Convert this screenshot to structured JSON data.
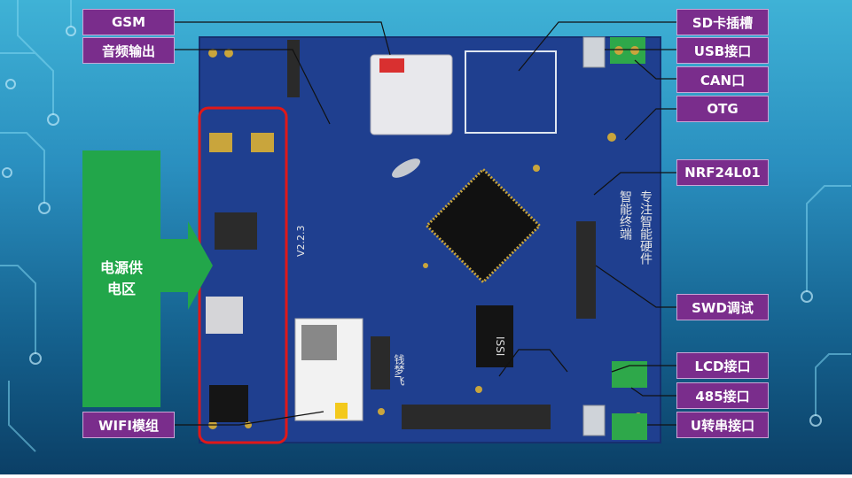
{
  "slide": {
    "labels": {
      "gsm": "GSM",
      "audio_out": "音频输出",
      "sd_slot": "SD卡插槽",
      "usb": "USB接口",
      "can": "CAN口",
      "otg": "OTG",
      "nrf": "NRF24L01",
      "swd": "SWD调试",
      "lcd": "LCD接口",
      "rs485": "485接口",
      "u2serial": "U转串接口",
      "wifi": "WIFI模组"
    },
    "power_area": {
      "line1": "电源供",
      "line2": "电区"
    },
    "board": {
      "version": "V2.2.3",
      "chip_text": "ISSI",
      "vertical_line1": "智能终端",
      "vertical_line2": "专注智能硬件",
      "signature": "钱梦飞"
    },
    "colors": {
      "label_bg": "#7a2d8c",
      "power_green": "#22a64a",
      "board_blue": "#1f3f8f",
      "highlight_red": "#e01818"
    }
  }
}
